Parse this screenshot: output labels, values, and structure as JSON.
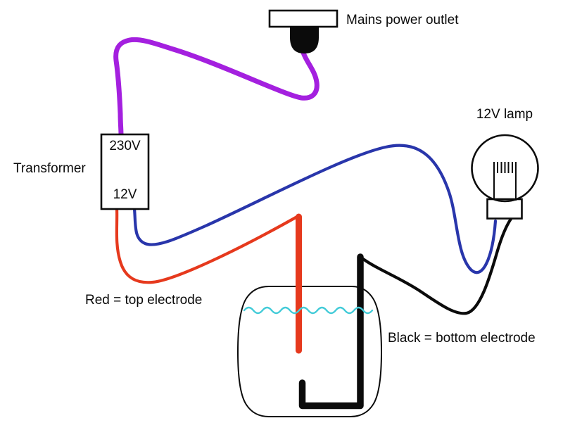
{
  "outlet": {
    "label": "Mains power outlet"
  },
  "transformer": {
    "label": "Transformer",
    "primary_voltage": "230V",
    "secondary_voltage": "12V"
  },
  "lamp": {
    "label": "12V lamp"
  },
  "electrodes": {
    "red_caption": "Red = top electrode",
    "black_caption": "Black = bottom electrode"
  },
  "colors": {
    "mains_cable": "#a420df",
    "lamp_wire": "#2936ab",
    "top_electrode": "#e6391d",
    "bottom_electrode": "#0b0b0b",
    "water": "#42cbd8",
    "ink": "#0b0b0b"
  }
}
